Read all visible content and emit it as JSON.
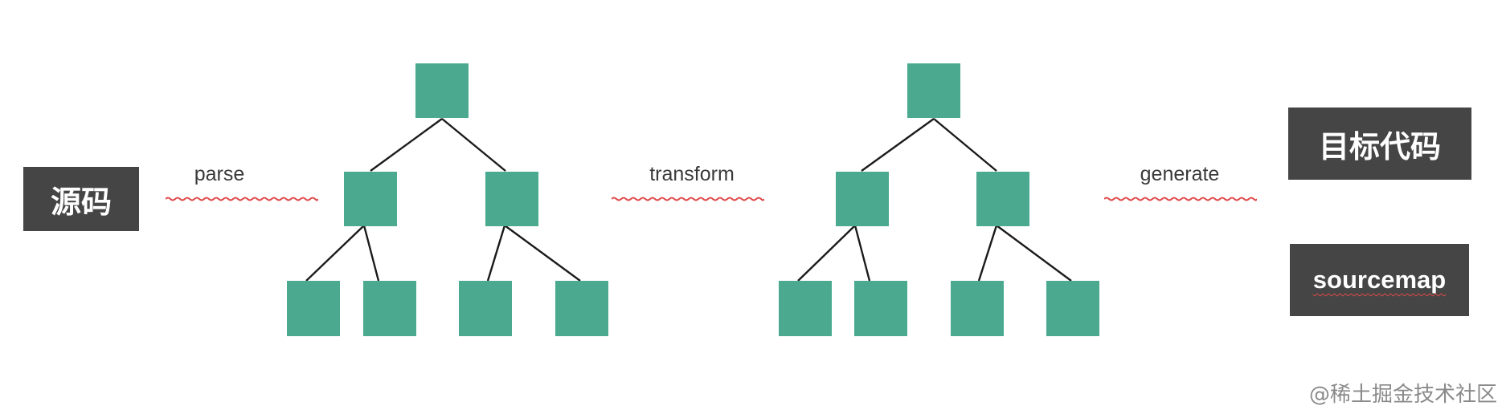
{
  "source_box": {
    "label": "源码"
  },
  "steps": [
    {
      "label": "parse"
    },
    {
      "label": "transform"
    },
    {
      "label": "generate"
    }
  ],
  "outputs": {
    "target_code": "目标代码",
    "sourcemap": "sourcemap"
  },
  "watermark": "@稀土掘金技术社区",
  "colors": {
    "node": "#4aa98f",
    "box": "#454545",
    "squiggle": "#e04848"
  }
}
